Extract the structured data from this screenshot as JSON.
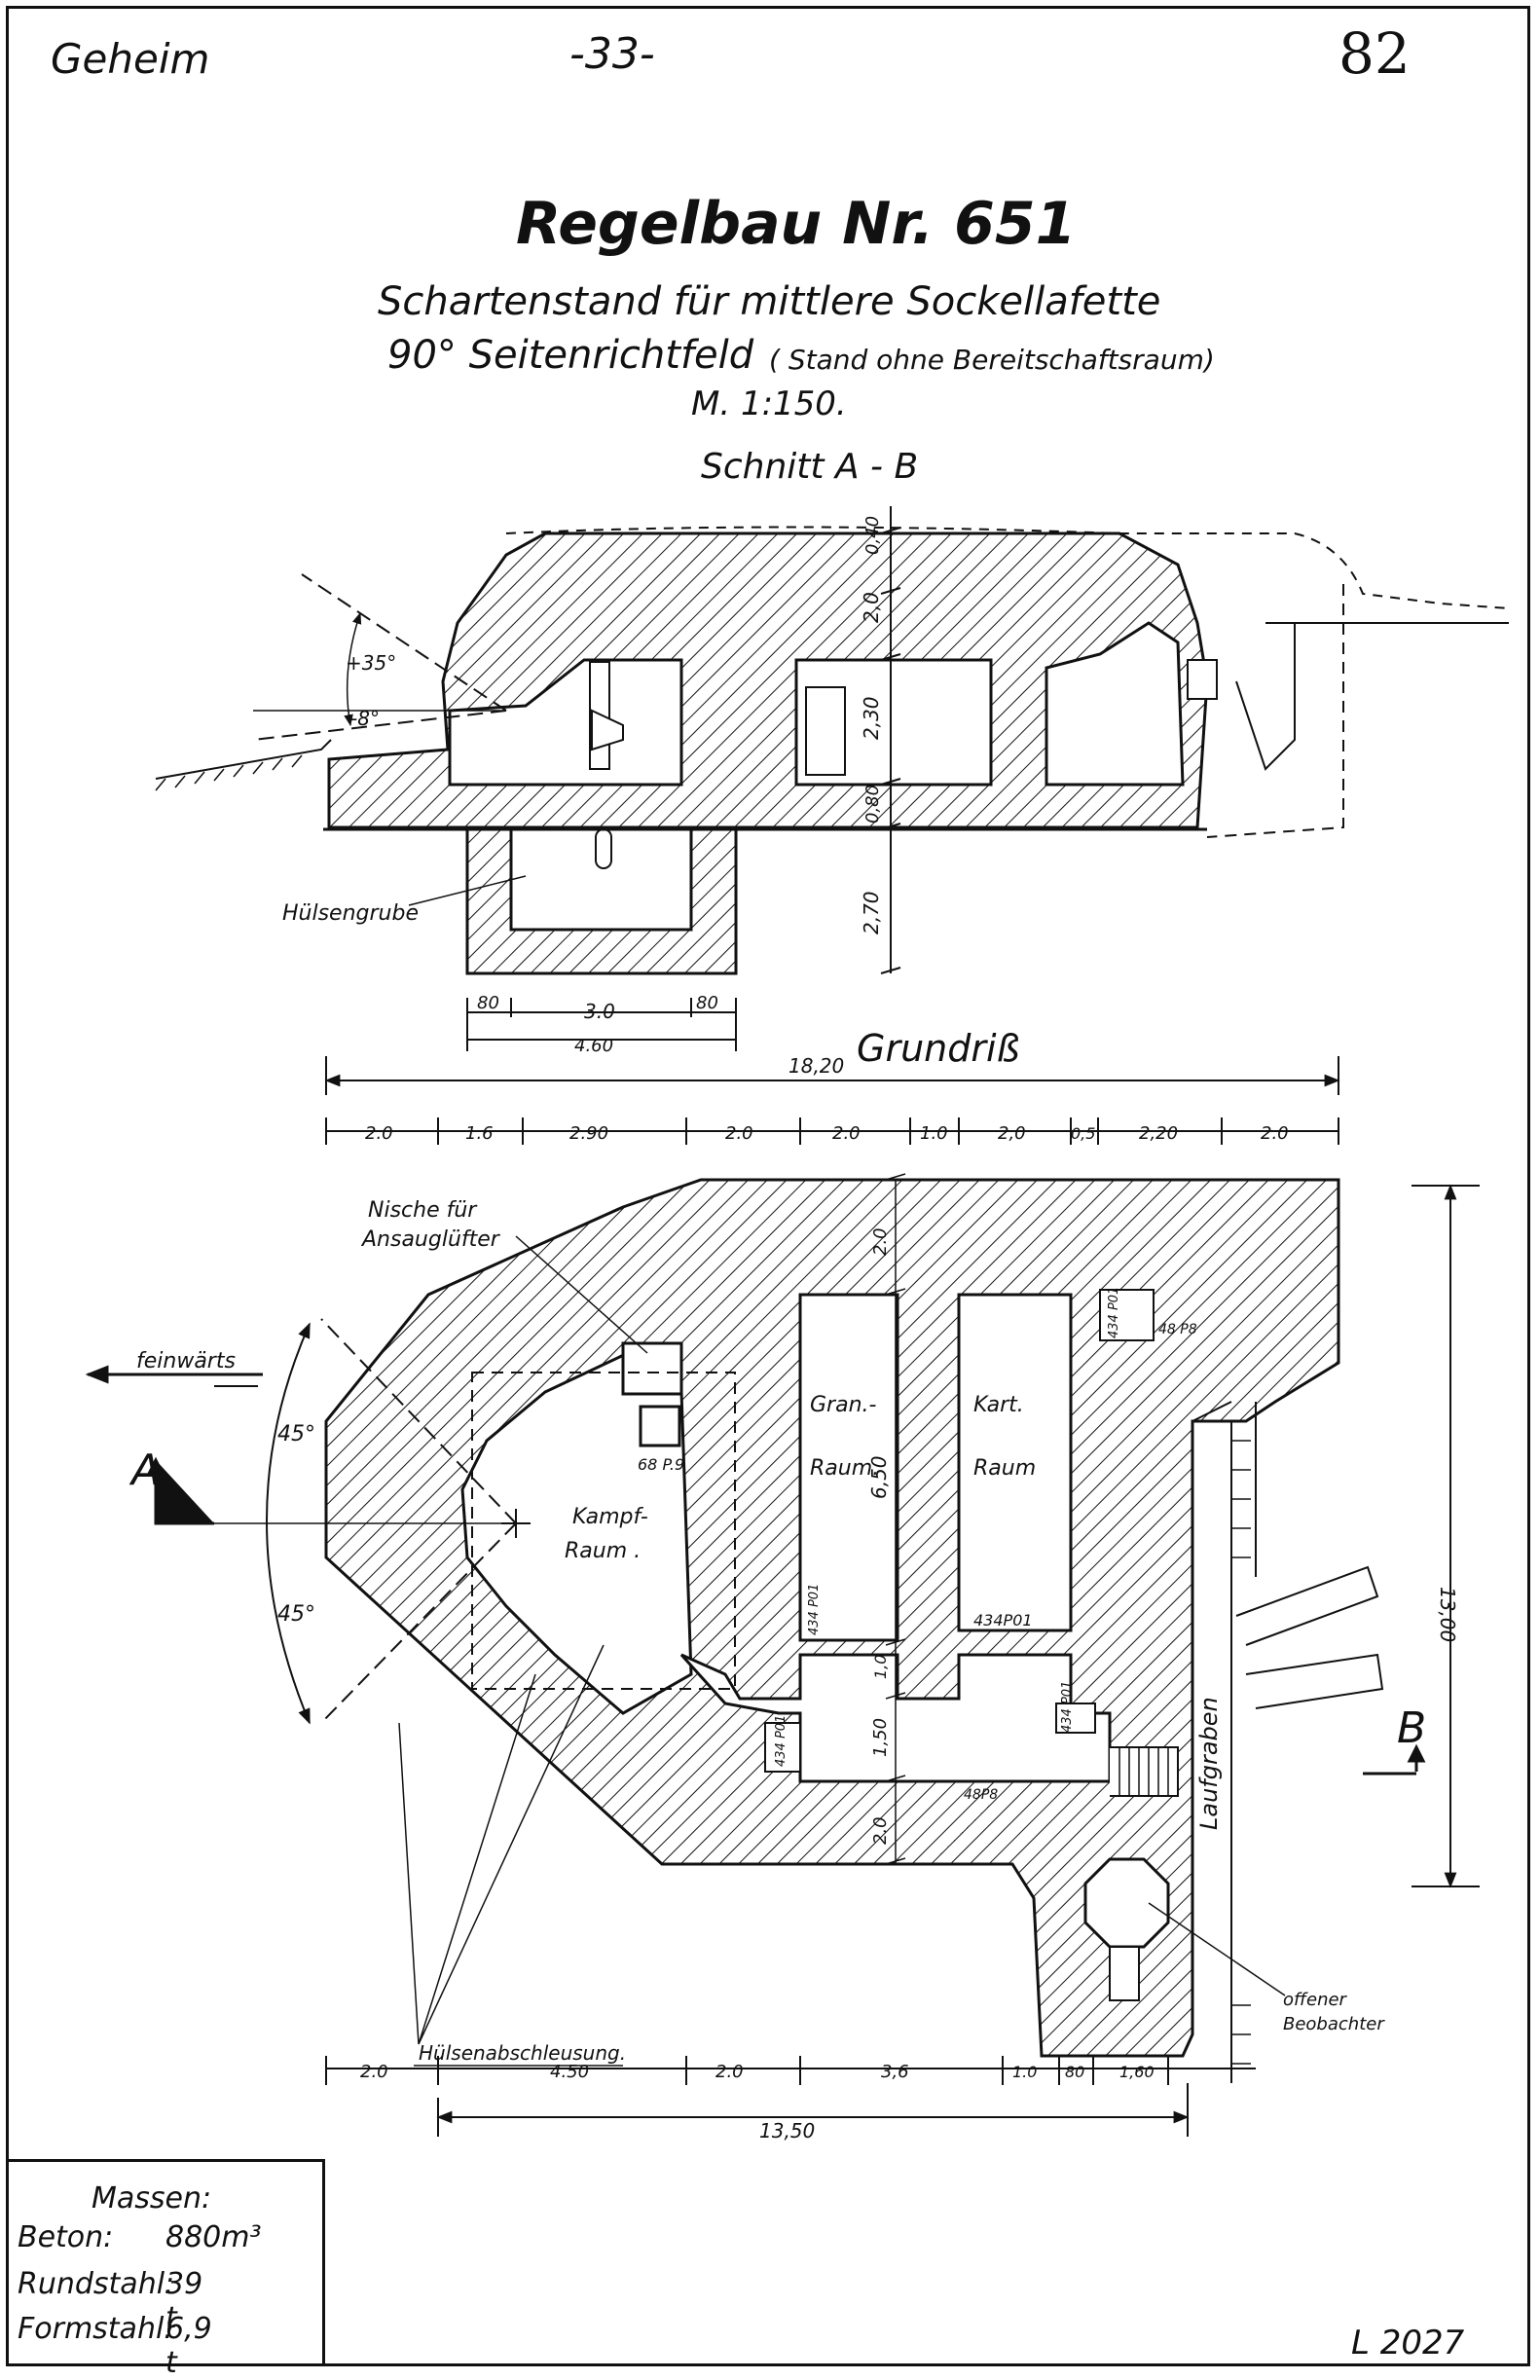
{
  "header": {
    "classification": "Geheim",
    "page_number": "-33-",
    "sheet_number": "82"
  },
  "title": {
    "main": "Regelbau Nr. 651",
    "line1": "Schartenstand für mittlere Sockellafette",
    "line2_main": "90° Seitenrichtfeld",
    "line2_note": "( Stand ohne Bereitschaftsraum)",
    "scale": "M. 1:150."
  },
  "section": {
    "heading": "Schnitt A - B",
    "angle_upper": "+35°",
    "angle_lower": "-8°",
    "label_pit": "Hülsengrube",
    "dims_vertical": [
      "0,40",
      "2,0",
      "2,30",
      "0,80",
      "2,70"
    ],
    "dims_bottom": [
      "80",
      "3.0",
      "80"
    ],
    "dim_bottom_total": "4.60"
  },
  "plan": {
    "heading": "Grundriß",
    "dim_total_top": "18,20",
    "dims_top_row": [
      "2.0",
      "1.6",
      "2.90",
      "2.0",
      "2.0",
      "1.0",
      "2,0",
      "0,5",
      "2,20",
      "2.0"
    ],
    "dims_bottom_row": [
      "2.0",
      "4.50",
      "2.0",
      "3,6",
      "1.0",
      "80",
      "1,60"
    ],
    "dim_total_bottom": "13,50",
    "dim_right": "13,00",
    "dims_inner_vertical": [
      "2.0",
      "6,50",
      "1,0",
      "1,50",
      "2.0"
    ],
    "label_niche": [
      "Nische für",
      "Ansauglüfter"
    ],
    "label_direction": "feinwärts",
    "label_A": "A",
    "label_B": "B",
    "angle_top": "45°",
    "angle_bottom": "45°",
    "label_combat_room": [
      "Kampf-",
      "Raum ."
    ],
    "label_grenade_room": [
      "Gran.-",
      "Raum."
    ],
    "label_cartridge_room": [
      "Kart.",
      "Raum"
    ],
    "label_casing": "Hülsenabschleusung.",
    "label_trench": "Laufgraben",
    "label_observer": [
      "offener",
      "Beobachter"
    ],
    "part_codes": [
      "68 P.9",
      "434 P01",
      "434P01",
      "434 P01",
      "48 P8",
      "434 P01",
      "434 P01",
      "48P8"
    ]
  },
  "masses": {
    "heading": "Massen:",
    "rows": [
      {
        "label": "Beton:",
        "value": "880m³"
      },
      {
        "label": "Rundstahl:",
        "value": "39 t"
      },
      {
        "label": "Formstahl:",
        "value": "6,9 t"
      }
    ]
  },
  "footer": {
    "drawing_number": "L 2027"
  },
  "colors": {
    "ink": "#111111",
    "paper": "#ffffff"
  }
}
